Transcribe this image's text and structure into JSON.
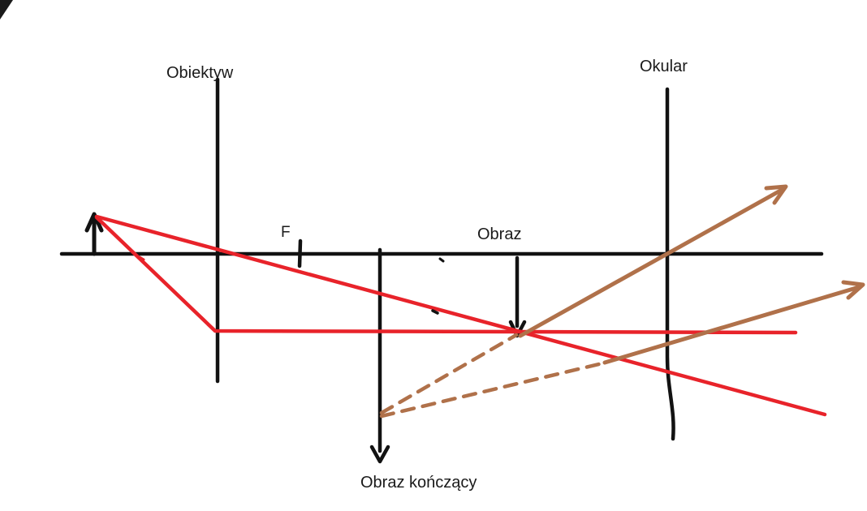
{
  "canvas": {
    "background": "#ffffff"
  },
  "labels": {
    "objective": "Obiektyw",
    "eyepiece": "Okular",
    "focal_point": "F",
    "intermediate_image": "Obraz",
    "final_image": "Obraz kończący"
  },
  "colors": {
    "ink": "#121212",
    "ray_red": "#e8232a",
    "ray_brown": "#b0714a"
  }
}
